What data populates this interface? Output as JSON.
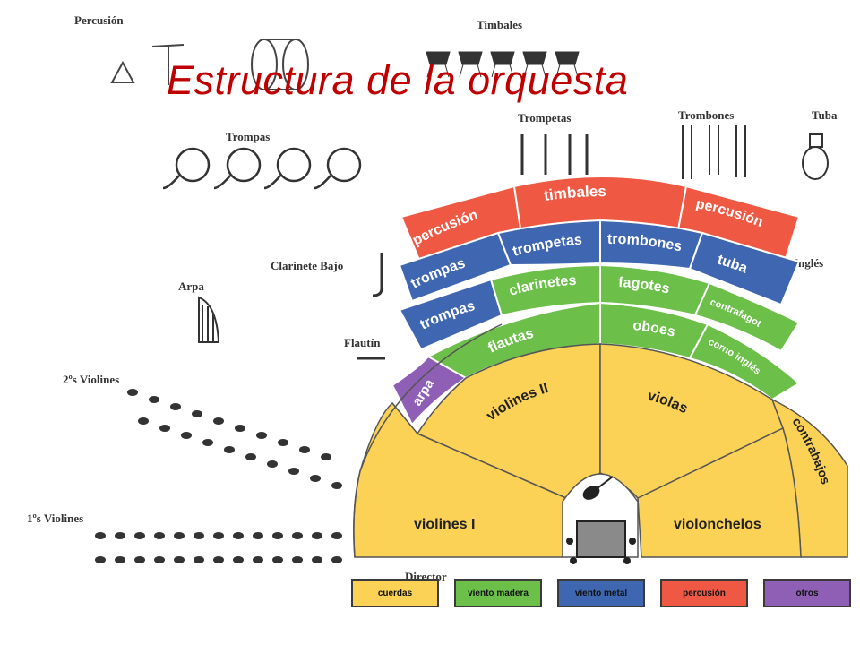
{
  "title": "Estructura de la orquesta",
  "background_labels": {
    "percusion": "Percusión",
    "timbales": "Timbales",
    "trompetas": "Trompetas",
    "trombones": "Trombones",
    "tuba": "Tuba",
    "trompas": "Trompas",
    "clarinete_bajo": "Clarinete Bajo",
    "arpa": "Arpa",
    "flautin": "Flautín",
    "violines2": "2ºs Violines",
    "violines1": "1ºs Violines",
    "director": "Director",
    "ingles": "Inglés"
  },
  "sections": {
    "percusion_left": "percusión",
    "timbales": "timbales",
    "percusion_right": "percusión",
    "trompas_outer": "trompas",
    "trompetas": "trompetas",
    "trombones": "trombones",
    "tuba": "tuba",
    "trompas_inner": "trompas",
    "clarinetes": "clarinetes",
    "fagotes": "fagotes",
    "contrafagot": "contrafagot",
    "flautas": "flautas",
    "oboes": "oboes",
    "corno_ingles": "corno inglés",
    "arpa": "arpa",
    "violines_ii": "violines II",
    "violas": "violas",
    "contrabajos": "contrabajos",
    "violines_i": "violines I",
    "violonchelos": "violonchelos"
  },
  "legend": [
    {
      "label": "cuerdas",
      "color": "#fbd256"
    },
    {
      "label": "viento madera",
      "color": "#6cc04a"
    },
    {
      "label": "viento metal",
      "color": "#3f66b0"
    },
    {
      "label": "percusión",
      "color": "#ef5944"
    },
    {
      "label": "otros",
      "color": "#8f5fb5"
    }
  ],
  "colors": {
    "cuerdas": "#fbd256",
    "viento_madera": "#6cc04a",
    "viento_metal": "#3f66b0",
    "percusion": "#ef5944",
    "otros": "#8f5fb5",
    "title": "#c00000"
  },
  "icons": [
    "triangle-icon",
    "cymbal-icon",
    "bass-drum-icon",
    "timpani-icon",
    "trumpet-icon",
    "trombone-icon",
    "tuba-icon",
    "french-horn-icon",
    "harp-icon",
    "bass-clarinet-icon",
    "piccolo-icon",
    "violin-icon",
    "cello-icon",
    "podium-icon"
  ]
}
